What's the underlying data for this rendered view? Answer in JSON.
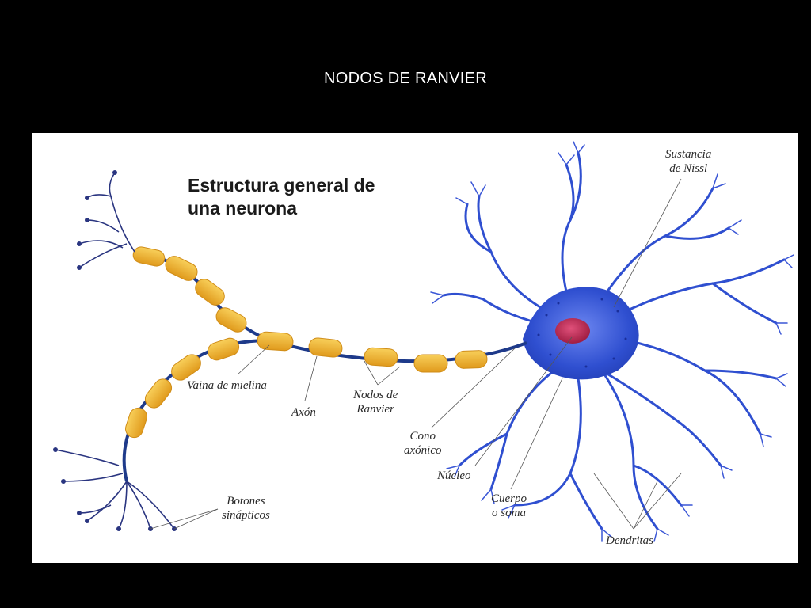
{
  "slide": {
    "title": "NODOS DE RANVIER"
  },
  "figure": {
    "heading_line1": "Estructura general de",
    "heading_line2": "una neurona",
    "labels": {
      "sustancia_nissl_1": "Sustancia",
      "sustancia_nissl_2": "de Nissl",
      "vaina_mielina": "Vaina de mielina",
      "axon": "Axón",
      "nodos_ranvier_1": "Nodos de",
      "nodos_ranvier_2": "Ranvier",
      "cono_axonico_1": "Cono",
      "cono_axonico_2": "axónico",
      "nucleo": "Núcleo",
      "cuerpo_soma_1": "Cuerpo",
      "cuerpo_soma_2": "o soma",
      "botones_1": "Botones",
      "botones_2": "sinápticos",
      "dendritas": "Dendritas"
    },
    "colors": {
      "neuron_body": "#2f4fd0",
      "axon": "#1e3a8a",
      "myelin": "#f0b531",
      "nucleus": "#c0284e",
      "background": "#ffffff"
    }
  }
}
